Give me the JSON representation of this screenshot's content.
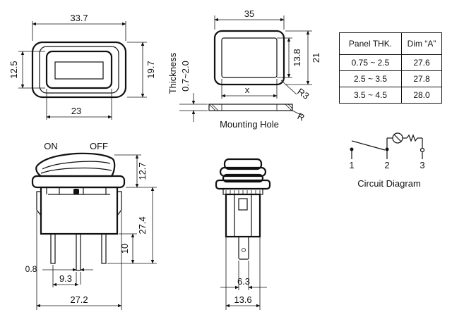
{
  "front_view": {
    "dim_width": "33.7",
    "dim_height": "19.7",
    "dim_inner_height": "12.5",
    "dim_inner_width": "23"
  },
  "mounting_hole": {
    "dim_width": "35",
    "dim_height": "21",
    "dim_inner": "13.8",
    "dim_x": "x",
    "radius_r3": "R3",
    "radius_r": "R",
    "thickness_label": "Thickness",
    "thickness_range": "0.7~2.0",
    "caption": "Mounting Hole"
  },
  "spec_table": {
    "headers": [
      "Panel THK.",
      "Dim “A”"
    ],
    "rows": [
      [
        "0.75 ~ 2.5",
        "27.6"
      ],
      [
        "2.5 ~ 3.5",
        "27.8"
      ],
      [
        "3.5 ~ 4.5",
        "28.0"
      ]
    ]
  },
  "circuit": {
    "terminals": [
      "1",
      "2",
      "3"
    ],
    "caption": "Circuit Diagram"
  },
  "side_view": {
    "label_on": "ON",
    "label_off": "OFF",
    "dim_top": "12.7",
    "dim_body": "27.4",
    "dim_terminal": "10",
    "dim_pin_thick": "0.8",
    "dim_pitch": "9.3",
    "dim_width": "27.2"
  },
  "end_view": {
    "dim_terminal_width": "6.3",
    "dim_width": "13.6"
  }
}
